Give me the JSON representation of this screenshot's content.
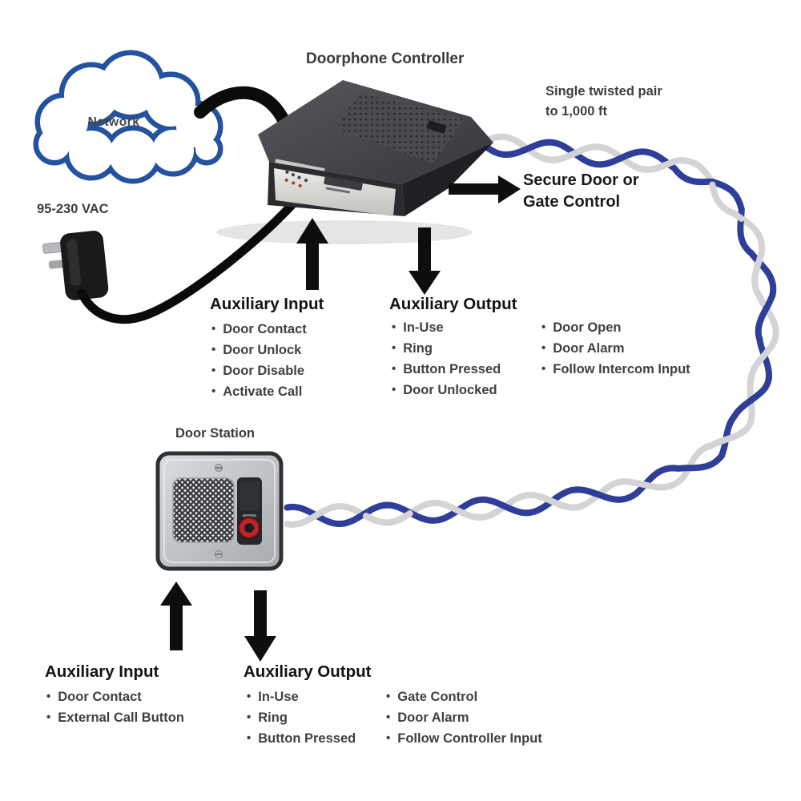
{
  "network": {
    "label": "Network"
  },
  "power": {
    "label": "95-230 VAC"
  },
  "controller": {
    "label": "Doorphone Controller"
  },
  "twisted_pair": {
    "line1": "Single twisted pair",
    "line2": "to 1,000 ft"
  },
  "secure": {
    "line1": "Secure Door or",
    "line2": "Gate Control"
  },
  "controller_aux_input": {
    "heading": "Auxiliary Input",
    "items": [
      "Door Contact",
      "Door Unlock",
      "Door Disable",
      "Activate Call"
    ]
  },
  "controller_aux_output": {
    "heading": "Auxiliary Output",
    "col1": [
      "In-Use",
      "Ring",
      "Button Pressed",
      "Door Unlocked"
    ],
    "col2": [
      "Door Open",
      "Door Alarm",
      "Follow Intercom Input"
    ]
  },
  "door_station": {
    "label": "Door Station"
  },
  "station_aux_input": {
    "heading": "Auxiliary Input",
    "items": [
      "Door Contact",
      "External Call Button"
    ]
  },
  "station_aux_output": {
    "heading": "Auxiliary Output",
    "col1": [
      "In-Use",
      "Ring",
      "Button Pressed"
    ],
    "col2": [
      "Gate Control",
      "Door Alarm",
      "Follow Controller Input"
    ]
  },
  "colors": {
    "cloud_blue": "#24529c",
    "twist_blue": "#2f3e99",
    "twist_gray": "#d4d4d6",
    "arrow_black": "#0e0e0f",
    "button_red": "#c0252b"
  }
}
